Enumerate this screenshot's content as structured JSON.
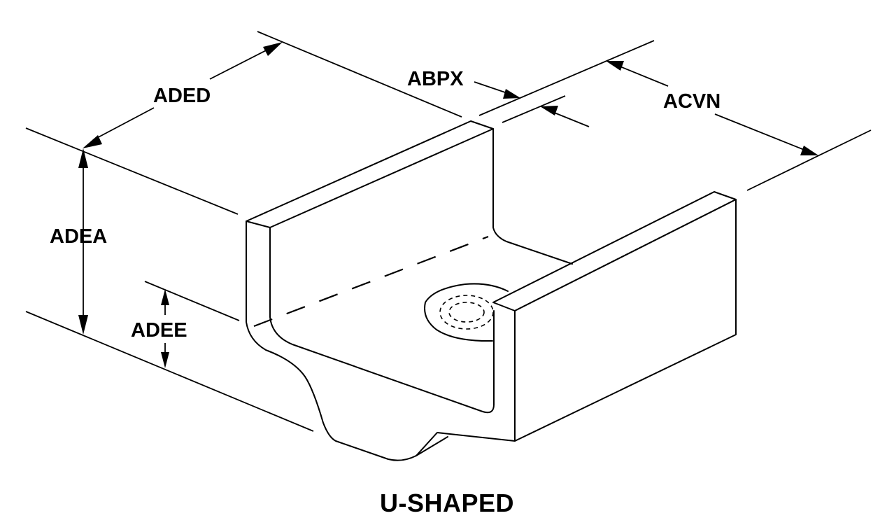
{
  "caption": "U-SHAPED",
  "dimension_labels": {
    "aded": "ADED",
    "abpx": "ABPX",
    "acvn": "ACVN",
    "adea": "ADEA",
    "adee": "ADEE"
  }
}
